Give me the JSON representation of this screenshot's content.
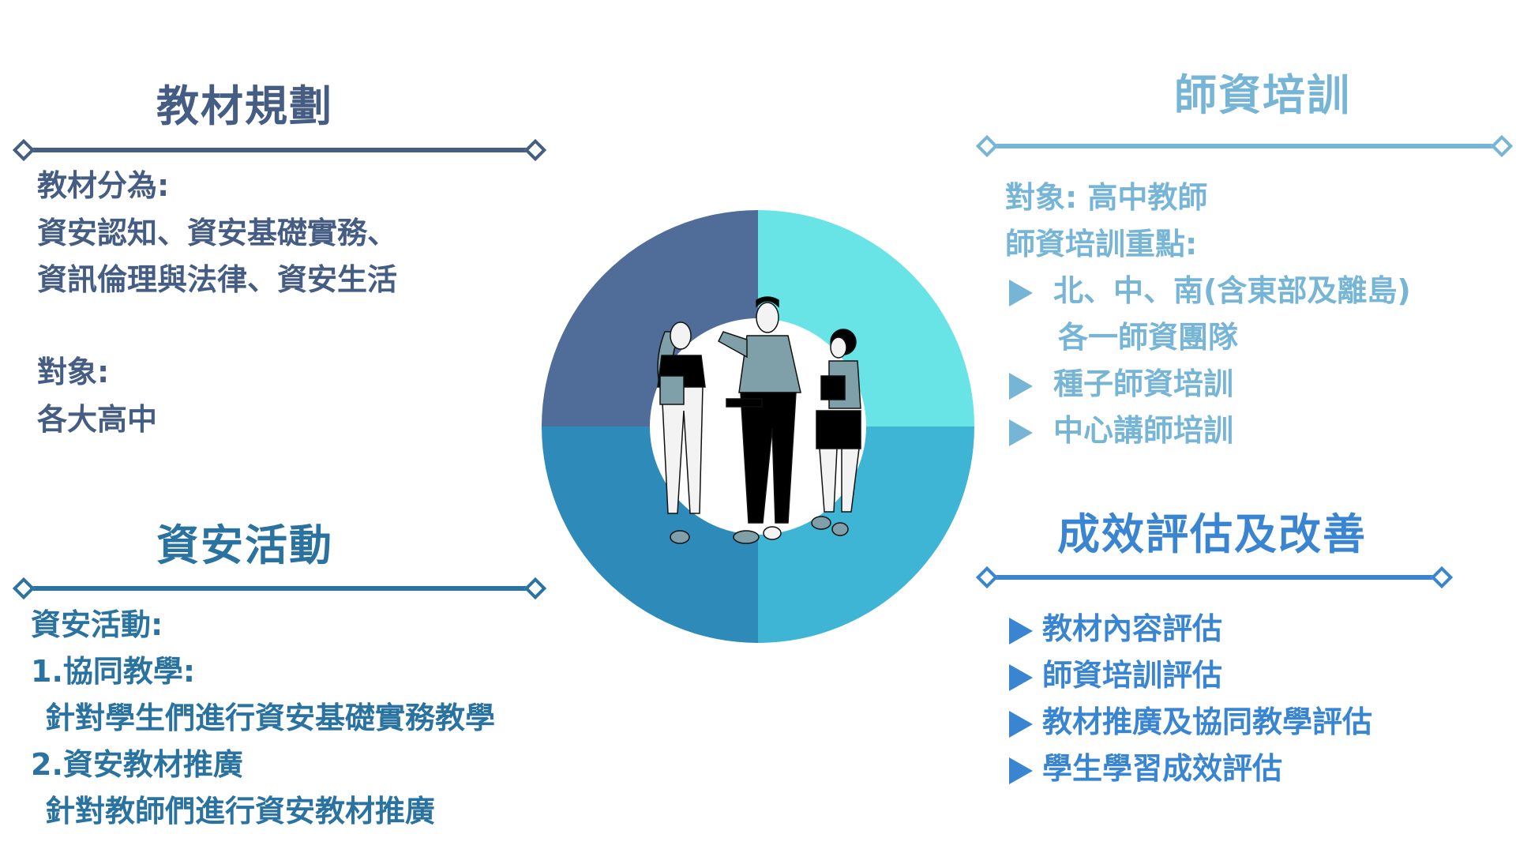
{
  "colors": {
    "planning": "#465d83",
    "training": "#77b5d6",
    "activity": "#2a729f",
    "evaluation": "#3a85d1",
    "quadrant_tl": "#4f6d98",
    "quadrant_tr": "#68e3e6",
    "quadrant_bl": "#2e8bb9",
    "quadrant_br": "#3fb5d6"
  },
  "planning": {
    "title": "教材規劃",
    "lines": [
      "教材分為:",
      "資安認知、資安基礎實務、",
      "資訊倫理與法律、資安生活",
      "對象:",
      "各大高中"
    ]
  },
  "training": {
    "title": "師資培訓",
    "target": "對象: 高中教師",
    "focus_label": "師資培訓重點:",
    "items": [
      "北、中、南(含東部及離島)",
      "各一師資團隊",
      "種子師資培訓",
      "中心講師培訓"
    ]
  },
  "activity": {
    "title": "資安活動",
    "lines": [
      "資安活動:",
      "1.協同教學:",
      "針對學生們進行資安基礎實務教學",
      "2.資安教材推廣",
      "針對教師們進行資安教材推廣"
    ]
  },
  "evaluation": {
    "title": "成效評估及改善",
    "items": [
      "教材內容評估",
      "師資培訓評估",
      "教材推廣及協同教學評估",
      "學生學習成效評估"
    ]
  },
  "center": {
    "icon": "people-group-illustration"
  }
}
